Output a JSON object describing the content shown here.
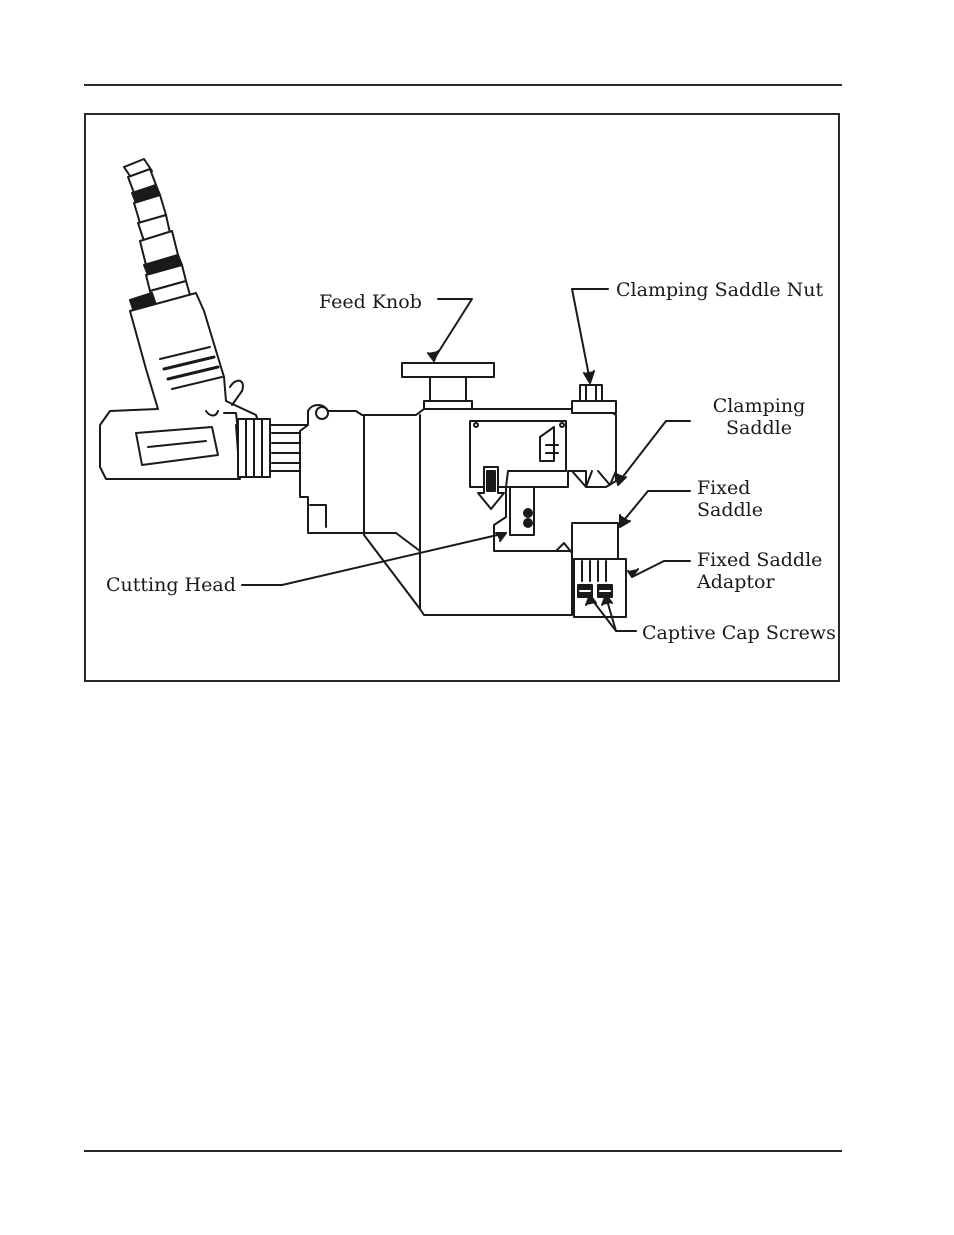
{
  "figure": {
    "labels": {
      "feed_knob": "Feed Knob",
      "clamping_saddle_nut": "Clamping Saddle Nut",
      "clamping_saddle_line1": "Clamping",
      "clamping_saddle_line2": "Saddle",
      "fixed_saddle_line1": "Fixed",
      "fixed_saddle_line2": "Saddle",
      "fixed_saddle_adaptor_line1": "Fixed Saddle",
      "fixed_saddle_adaptor_line2": "Adaptor",
      "cutting_head": "Cutting Head",
      "captive_cap_screws": "Captive Cap Screws"
    }
  }
}
